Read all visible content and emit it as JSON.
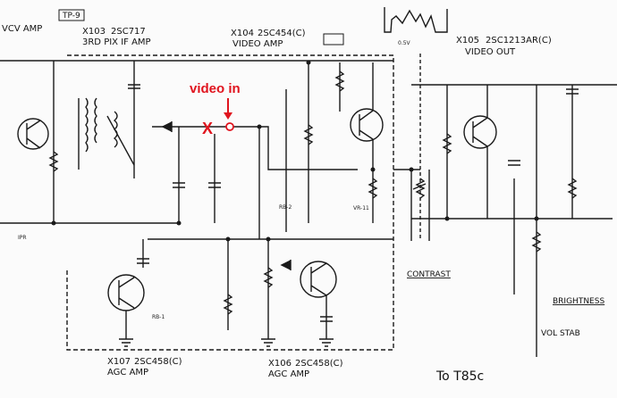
{
  "annotation": {
    "text": "video in",
    "color": "#e0141e",
    "marker": "X"
  },
  "transistors": [
    {
      "designator": "X103",
      "part": "2SC717",
      "function": "3RD PIX IF AMP"
    },
    {
      "designator": "X104",
      "part": "2SC454(C)",
      "function": "VIDEO AMP"
    },
    {
      "designator": "X105",
      "part": "2SC1213AR(C)",
      "function": "VIDEO OUT"
    },
    {
      "designator": "X107",
      "part": "2SC458(C)",
      "function": "AGC AMP"
    },
    {
      "designator": "X106",
      "part": "2SC458(C)",
      "function": "AGC AMP"
    }
  ],
  "labels": {
    "top_left_amp": "VCV AMP",
    "tp_badge": "TP-9",
    "contrast": "CONTRAST",
    "brightness": "BRIGHTNESS",
    "v_stab": "VOL STAB",
    "footer": "To T85c",
    "rb1": "RB-1",
    "rb2": "RB-2",
    "ipr": "IPR",
    "vr11": "VR-11",
    "wave_label": "0.5V"
  },
  "colors": {
    "ink": "#1a1a1a",
    "paper": "#fbfbfb",
    "annotation": "#e0141e"
  }
}
